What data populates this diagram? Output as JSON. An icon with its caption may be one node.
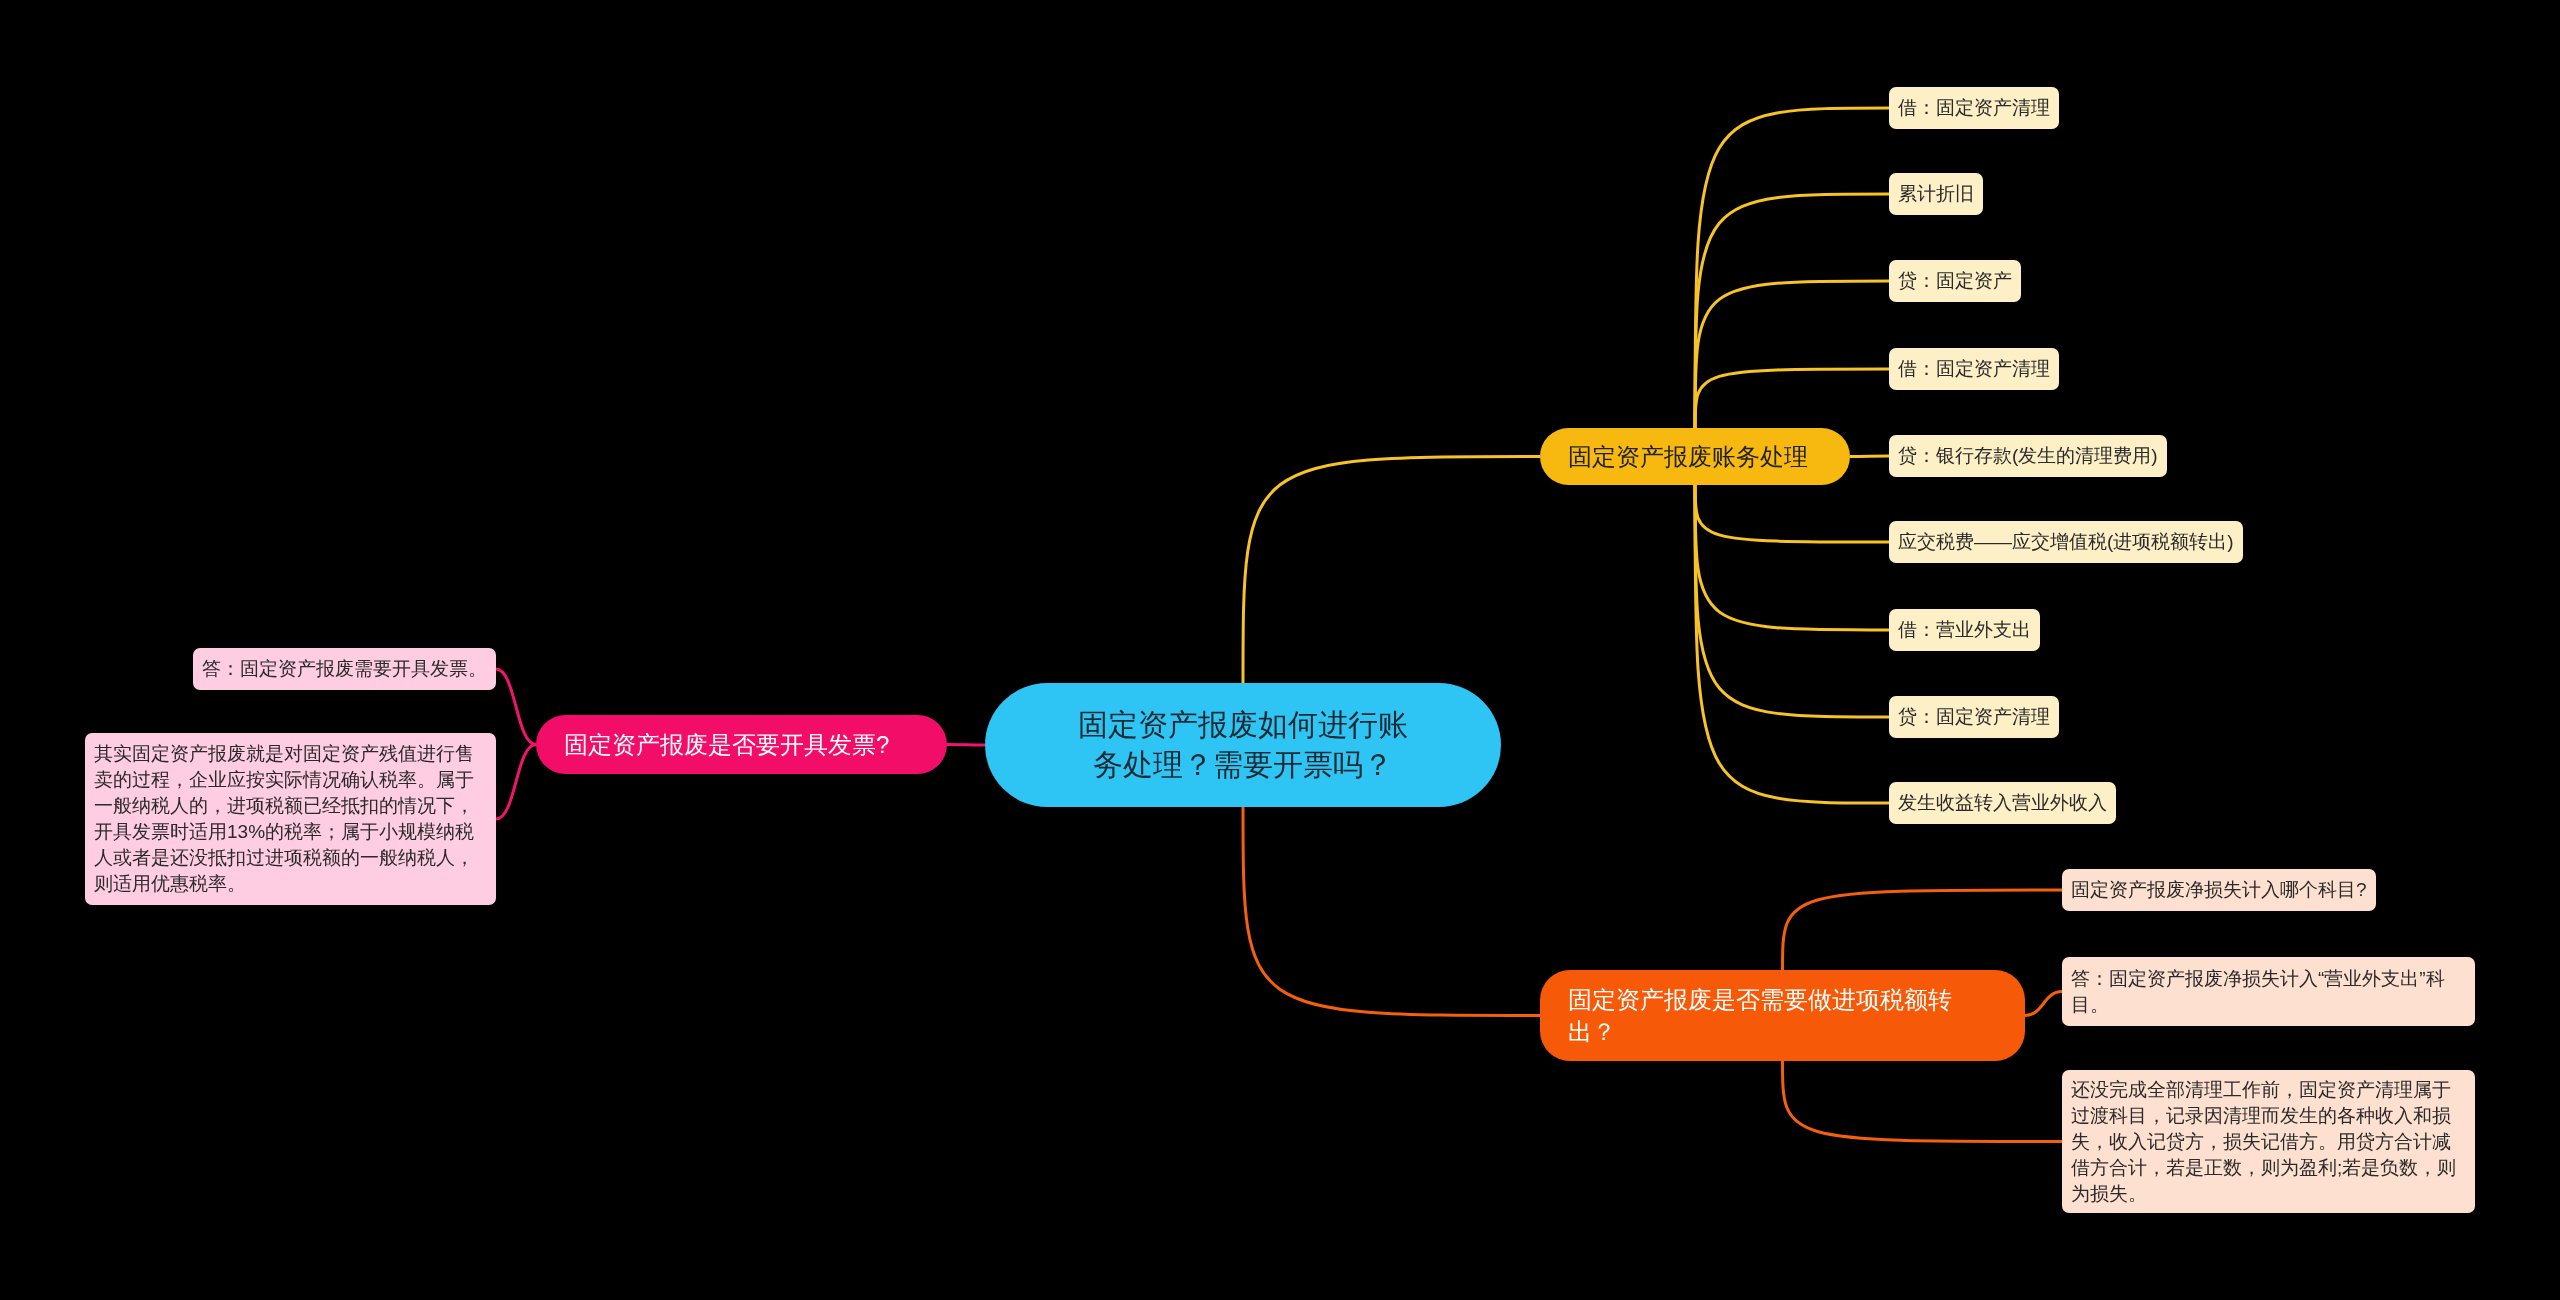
{
  "diagram": {
    "nodes": [
      {
        "text": [
          "固定资产报废如何进行账务处理？需要开票吗？"
        ]
      },
      {
        "text": [
          "固定资产报废账务处理"
        ]
      },
      {
        "text": [
          "借：固定资产清理"
        ]
      },
      {
        "text": [
          "累计折旧"
        ]
      },
      {
        "text": [
          "贷：固定资产"
        ]
      },
      {
        "text": [
          "借：固定资产清理"
        ]
      },
      {
        "text": [
          "贷：银行存款(发生的清理费用)"
        ]
      },
      {
        "text": [
          "应交税费——应交增值税(进项税额转出)"
        ]
      },
      {
        "text": [
          "借：营业外支出"
        ]
      },
      {
        "text": [
          "贷：固定资产清理"
        ]
      },
      {
        "text": [
          "发生收益转入营业外收入"
        ]
      },
      {
        "text": [
          "固定资产报废是否需要做进项税额转出？"
        ]
      },
      {
        "text": [
          "固定资产报废净损失计入哪个科目?"
        ]
      },
      {
        "text": [
          "答：固定资产报废净损失计入“营业外支出”科目。"
        ]
      },
      {
        "text": [
          "还没完成全部清理工作前，固定资产清理属于过渡科目，记录因清理而发生的各种收入和损失，收入记贷方，损失记借方。用贷方合计减借方合计，若是正数，则为盈利;若是负数，则为损失。"
        ]
      },
      {
        "text": [
          "固定资产报废是否要开具发票?"
        ]
      },
      {
        "text": [
          "答：固定资产报废需要开具发票。"
        ]
      },
      {
        "text": [
          "其实固定资产报废就是对固定资产残值进行售卖的过程，企业应按实际情况确认税率。属于一般纳税人的，进项税额已经抵扣的情况下，开具发票时适用13%的税率；属于小规模纳税人或者是还没抵扣过进项税额的一般纳税人，则适用优惠税率。"
        ]
      }
    ],
    "edges": [
      {
        "from": 0,
        "to": 1,
        "arrow": "none"
      },
      {
        "from": 1,
        "to": 2,
        "arrow": "none"
      },
      {
        "from": 1,
        "to": 3,
        "arrow": "none"
      },
      {
        "from": 1,
        "to": 4,
        "arrow": "none"
      },
      {
        "from": 1,
        "to": 5,
        "arrow": "none"
      },
      {
        "from": 1,
        "to": 6,
        "arrow": "none"
      },
      {
        "from": 1,
        "to": 7,
        "arrow": "none"
      },
      {
        "from": 1,
        "to": 8,
        "arrow": "none"
      },
      {
        "from": 1,
        "to": 9,
        "arrow": "none"
      },
      {
        "from": 1,
        "to": 10,
        "arrow": "none"
      },
      {
        "from": 0,
        "to": 11,
        "arrow": "none",
        "color": "#f4600c"
      },
      {
        "from": 11,
        "to": 12,
        "arrow": "none",
        "color": "#f4600c"
      },
      {
        "from": 11,
        "to": 13,
        "arrow": "none",
        "color": "#f4600c"
      },
      {
        "from": 11,
        "to": 14,
        "arrow": "none",
        "color": "#f4600c"
      },
      {
        "from": 0,
        "to": 15,
        "arrow": "none",
        "color": "#f0146c"
      },
      {
        "from": 15,
        "to": 16,
        "arrow": "none",
        "color": "#f0146c"
      },
      {
        "from": 15,
        "to": 17,
        "arrow": "none",
        "color": "#f0146c"
      }
    ]
  }
}
